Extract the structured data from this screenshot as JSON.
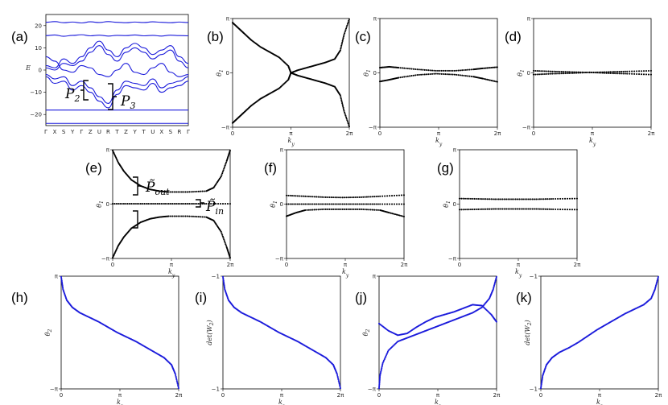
{
  "figure": {
    "panel_labels": [
      "(a)",
      "(b)",
      "(c)",
      "(d)",
      "(e)",
      "(f)",
      "(g)",
      "(h)",
      "(i)",
      "(j)",
      "(k)"
    ],
    "annotations": {
      "p2": "P",
      "p2_sub": "2",
      "p3": "P",
      "p3_sub": "3",
      "pout": "P̃",
      "pout_sub": "out",
      "pin": "P̃",
      "pin_sub": "in"
    }
  },
  "chart_data": [
    {
      "id": "a",
      "type": "line",
      "ylabel": "E",
      "yticks": [
        "20",
        "10",
        "0",
        "−10",
        "−20"
      ],
      "ylim": [
        -25,
        25
      ],
      "kpath_labels": [
        "Γ",
        "X",
        "S",
        "Y",
        "Γ",
        "Z",
        "U",
        "R",
        "T",
        "Z",
        "Y",
        "T",
        "U",
        "X",
        "S",
        "R",
        "Γ"
      ],
      "series": [
        {
          "name": "",
          "values": [
            21.5,
            21.8,
            21.3,
            21.6,
            21.2,
            21.7,
            21.4,
            21.8,
            21.5,
            21.3,
            21.6,
            21.4,
            21.7,
            21.5,
            21.3,
            21.6,
            21.4
          ]
        },
        {
          "name": "",
          "values": [
            15.5,
            15.8,
            15.2,
            15.6,
            15.9,
            15.4,
            15.7,
            15.3,
            15.6,
            15.5,
            15.8,
            15.4,
            15.6,
            15.3,
            15.7,
            15.5,
            15.4
          ]
        },
        {
          "name": "",
          "values": [
            2,
            1,
            5,
            3,
            6,
            10,
            13,
            9,
            6,
            10,
            12,
            10,
            7,
            9,
            11,
            6,
            3
          ]
        },
        {
          "name": "",
          "values": [
            1,
            0,
            3,
            2,
            4,
            8,
            11,
            7,
            4,
            8,
            10,
            8,
            5,
            7,
            9,
            4,
            1
          ]
        },
        {
          "name": "",
          "values": [
            6,
            4,
            0,
            -1,
            2,
            1,
            -2,
            -3,
            0,
            3,
            -1,
            -2,
            1,
            3,
            -1,
            -3,
            -2
          ]
        },
        {
          "name": "",
          "values": [
            -2,
            -4,
            -3,
            -7,
            -5,
            -8,
            -12,
            -15,
            -9,
            -5,
            -6,
            -7,
            -4,
            -8,
            -6,
            -5,
            -3
          ]
        },
        {
          "name": "",
          "values": [
            -3,
            -6,
            -5,
            -9,
            -7,
            -10,
            -14,
            -17,
            -11,
            -7,
            -8,
            -9,
            -6,
            -10,
            -8,
            -7,
            -5
          ]
        },
        {
          "name": "",
          "values": [
            -18,
            -18,
            -18,
            -18,
            -18,
            -18,
            -18,
            -18,
            -18,
            -18,
            -18,
            -18,
            -18,
            -18,
            -18,
            -18,
            -18
          ]
        },
        {
          "name": "",
          "values": [
            -24,
            -24,
            -24,
            -24,
            -24,
            -24,
            -24,
            -24,
            -24,
            -24,
            -24,
            -24,
            -24,
            -24,
            -24,
            -24,
            -24
          ]
        }
      ]
    },
    {
      "id": "b",
      "type": "scatter",
      "ylabel": "θ1",
      "xlabel": "ky",
      "xticks": [
        "0",
        "π",
        "2π"
      ],
      "yticks": [
        "π",
        "0",
        "−π"
      ],
      "xlim": [
        0,
        6.283
      ],
      "ylim": [
        -3.1416,
        3.1416
      ],
      "series": [
        {
          "name": "",
          "x": [
            0,
            0.3,
            0.6,
            1,
            1.5,
            2,
            2.5,
            3,
            3.14,
            3.5,
            4,
            4.5,
            5,
            5.5,
            5.8,
            6,
            6.28
          ],
          "y": [
            2.9,
            2.6,
            2.3,
            1.9,
            1.5,
            1.2,
            0.9,
            0.4,
            0,
            -0.15,
            -0.3,
            -0.45,
            -0.6,
            -0.8,
            -1.3,
            -2.2,
            -3.1
          ]
        },
        {
          "name": "",
          "x": [
            0,
            0.3,
            0.6,
            1,
            1.5,
            2,
            2.5,
            3,
            3.14,
            3.5,
            4,
            4.5,
            5,
            5.5,
            5.8,
            6,
            6.28
          ],
          "y": [
            -2.9,
            -2.6,
            -2.3,
            -1.9,
            -1.5,
            -1.2,
            -0.9,
            -0.4,
            0,
            0.15,
            0.3,
            0.45,
            0.6,
            0.8,
            1.3,
            2.2,
            3.1
          ]
        }
      ]
    },
    {
      "id": "c",
      "type": "scatter",
      "ylabel": "θ1",
      "xlabel": "ky",
      "xticks": [
        "0",
        "π",
        "2π"
      ],
      "yticks": [
        "π",
        "0",
        "−π"
      ],
      "xlim": [
        0,
        6.283
      ],
      "ylim": [
        -3.1416,
        3.1416
      ],
      "series": [
        {
          "name": "",
          "x": [
            0,
            0.5,
            1,
            2,
            3,
            4,
            5,
            5.5,
            6.28
          ],
          "y": [
            0.3,
            0.35,
            0.3,
            0.2,
            0.12,
            0.12,
            0.2,
            0.26,
            0.33
          ]
        },
        {
          "name": "",
          "x": [
            0,
            0.5,
            1,
            2,
            3,
            4,
            5,
            5.5,
            6.28
          ],
          "y": [
            -0.5,
            -0.4,
            -0.28,
            -0.12,
            -0.05,
            -0.1,
            -0.22,
            -0.33,
            -0.52
          ]
        }
      ]
    },
    {
      "id": "d",
      "type": "scatter",
      "ylabel": "θ1",
      "xlabel": "ky",
      "xticks": [
        "0",
        "π",
        "2π"
      ],
      "yticks": [
        "π",
        "0",
        "−π"
      ],
      "xlim": [
        0,
        6.283
      ],
      "ylim": [
        -3.1416,
        3.1416
      ],
      "series": [
        {
          "name": "",
          "x": [
            0,
            1,
            2,
            3,
            4,
            5,
            6.28
          ],
          "y": [
            0.12,
            0.08,
            0.05,
            0.02,
            0.05,
            0.08,
            0.12
          ]
        },
        {
          "name": "",
          "x": [
            0,
            1,
            2,
            3,
            4,
            5,
            6.28
          ],
          "y": [
            -0.1,
            -0.05,
            -0.02,
            0.03,
            -0.02,
            -0.05,
            -0.1
          ]
        }
      ]
    },
    {
      "id": "e",
      "type": "scatter",
      "ylabel": "θ1",
      "xlabel": "ky",
      "xticks": [
        "0",
        "π",
        "2π"
      ],
      "yticks": [
        "π",
        "0",
        "−π"
      ],
      "xlim": [
        0,
        6.283
      ],
      "ylim": [
        -3.1416,
        3.1416
      ],
      "series": [
        {
          "name": "",
          "x": [
            0,
            0.3,
            0.6,
            1,
            1.5,
            2,
            2.5,
            3,
            4,
            5,
            5.4,
            5.8,
            6.1,
            6.28
          ],
          "y": [
            3.1,
            2.4,
            1.9,
            1.4,
            1.05,
            0.85,
            0.75,
            0.7,
            0.7,
            0.75,
            0.95,
            1.6,
            2.5,
            3.1
          ]
        },
        {
          "name": "",
          "x": [
            0,
            1,
            2,
            3,
            4,
            5,
            6.28
          ],
          "y": [
            0.02,
            0.02,
            0.02,
            0.02,
            0.02,
            0.02,
            0.02
          ]
        },
        {
          "name": "",
          "x": [
            0,
            0.3,
            0.6,
            1,
            1.5,
            2,
            2.5,
            3,
            4,
            5,
            5.4,
            5.8,
            6.1,
            6.28
          ],
          "y": [
            -3.1,
            -2.4,
            -1.9,
            -1.4,
            -1.05,
            -0.85,
            -0.75,
            -0.7,
            -0.7,
            -0.75,
            -0.95,
            -1.6,
            -2.5,
            -3.1
          ]
        }
      ]
    },
    {
      "id": "f",
      "type": "scatter",
      "ylabel": "θ1",
      "xlabel": "ky",
      "xticks": [
        "0",
        "π",
        "2π"
      ],
      "yticks": [
        "π",
        "0",
        "−π"
      ],
      "xlim": [
        0,
        6.283
      ],
      "ylim": [
        -3.1416,
        3.1416
      ],
      "series": [
        {
          "name": "",
          "x": [
            0,
            1,
            2,
            3,
            4,
            5,
            6.28
          ],
          "y": [
            0.5,
            0.45,
            0.4,
            0.38,
            0.4,
            0.45,
            0.52
          ]
        },
        {
          "name": "",
          "x": [
            0,
            1,
            2,
            3,
            4,
            5,
            6.28
          ],
          "y": [
            0,
            0,
            0,
            0,
            0,
            0,
            0
          ]
        },
        {
          "name": "",
          "x": [
            0,
            0.5,
            1,
            2,
            3,
            4,
            5,
            5.5,
            6.28
          ],
          "y": [
            -0.7,
            -0.5,
            -0.35,
            -0.3,
            -0.3,
            -0.3,
            -0.35,
            -0.5,
            -0.72
          ]
        }
      ]
    },
    {
      "id": "g",
      "type": "scatter",
      "ylabel": "θ1",
      "xlabel": "ky",
      "xticks": [
        "0",
        "π",
        "2π"
      ],
      "yticks": [
        "π",
        "0",
        "−π"
      ],
      "xlim": [
        0,
        6.283
      ],
      "ylim": [
        -3.1416,
        3.1416
      ],
      "series": [
        {
          "name": "",
          "x": [
            0,
            1,
            2,
            3,
            4,
            5,
            6.28
          ],
          "y": [
            0.32,
            0.3,
            0.28,
            0.28,
            0.28,
            0.3,
            0.32
          ]
        },
        {
          "name": "",
          "x": [
            0,
            1,
            2,
            3,
            4,
            5,
            6.28
          ],
          "y": [
            -0.32,
            -0.3,
            -0.28,
            -0.28,
            -0.28,
            -0.3,
            -0.32
          ]
        }
      ]
    },
    {
      "id": "h",
      "type": "scatter",
      "ylabel": "θ2",
      "xlabel": "kz",
      "xticks": [
        "0",
        "π",
        "2π"
      ],
      "yticks": [
        "π",
        "−π"
      ],
      "xlim": [
        0,
        6.283
      ],
      "ylim": [
        -3.1416,
        3.1416
      ],
      "series": [
        {
          "name": "",
          "x": [
            0,
            0.1,
            0.3,
            0.6,
            1,
            1.5,
            2,
            2.5,
            3,
            3.5,
            4,
            4.5,
            5,
            5.5,
            5.9,
            6.1,
            6.28
          ],
          "y": [
            3.1,
            2.4,
            1.8,
            1.4,
            1.1,
            0.85,
            0.6,
            0.3,
            0,
            -0.25,
            -0.5,
            -0.8,
            -1.1,
            -1.4,
            -1.8,
            -2.3,
            -3.1
          ]
        }
      ]
    },
    {
      "id": "i",
      "type": "scatter",
      "ylabel": "det(W2)",
      "xlabel": "kz",
      "xticks": [
        "0",
        "π",
        "2π"
      ],
      "yticks": [
        "−1",
        "−1"
      ],
      "xlim": [
        0,
        6.283
      ],
      "ylim": [
        -3.1416,
        3.1416
      ],
      "series": [
        {
          "name": "",
          "x": [
            0,
            0.1,
            0.3,
            0.6,
            1,
            1.5,
            2,
            2.5,
            3,
            3.5,
            4,
            4.5,
            5,
            5.5,
            5.9,
            6.1,
            6.28
          ],
          "y": [
            3.1,
            2.4,
            1.8,
            1.4,
            1.1,
            0.85,
            0.6,
            0.3,
            0,
            -0.25,
            -0.5,
            -0.8,
            -1.1,
            -1.4,
            -1.8,
            -2.3,
            -3.1
          ]
        }
      ]
    },
    {
      "id": "j",
      "type": "scatter",
      "ylabel": "θ2",
      "xlabel": "kz",
      "xticks": [
        "0",
        "π",
        "2π"
      ],
      "yticks": [
        "π",
        "−π"
      ],
      "xlim": [
        0,
        6.283
      ],
      "ylim": [
        -3.1416,
        3.1416
      ],
      "series": [
        {
          "name": "",
          "x": [
            0,
            0.5,
            1,
            1.5,
            2,
            2.5,
            3,
            3.5,
            4,
            4.5,
            5,
            5.5,
            6,
            6.28
          ],
          "y": [
            0.5,
            0.1,
            -0.15,
            -0.05,
            0.3,
            0.6,
            0.85,
            1,
            1.15,
            1.35,
            1.55,
            1.5,
            1,
            0.6
          ]
        },
        {
          "name": "",
          "x": [
            0,
            0.05,
            0.2,
            0.5,
            1,
            1.5,
            2,
            2.5,
            3,
            3.5,
            4,
            4.5,
            5,
            5.5,
            5.9,
            6.1,
            6.28
          ],
          "y": [
            -3.1,
            -2.4,
            -1.7,
            -1,
            -0.5,
            -0.3,
            -0.1,
            0.1,
            0.3,
            0.5,
            0.7,
            0.9,
            1.1,
            1.4,
            1.9,
            2.4,
            3.1
          ]
        }
      ]
    },
    {
      "id": "k",
      "type": "scatter",
      "ylabel": "det(W2)",
      "xlabel": "kz",
      "xticks": [
        "0",
        "π",
        "2π"
      ],
      "yticks": [
        "−1",
        "−1"
      ],
      "xlim": [
        0,
        6.283
      ],
      "ylim": [
        -3.1416,
        3.1416
      ],
      "series": [
        {
          "name": "",
          "x": [
            0,
            0.1,
            0.3,
            0.6,
            1,
            1.5,
            2,
            2.5,
            3,
            3.5,
            4,
            4.5,
            5,
            5.5,
            5.9,
            6.1,
            6.28
          ],
          "y": [
            -3.1,
            -2.4,
            -1.8,
            -1.4,
            -1.1,
            -0.85,
            -0.55,
            -0.2,
            0.15,
            0.45,
            0.75,
            1.05,
            1.3,
            1.55,
            1.9,
            2.4,
            3.1
          ]
        }
      ]
    }
  ]
}
